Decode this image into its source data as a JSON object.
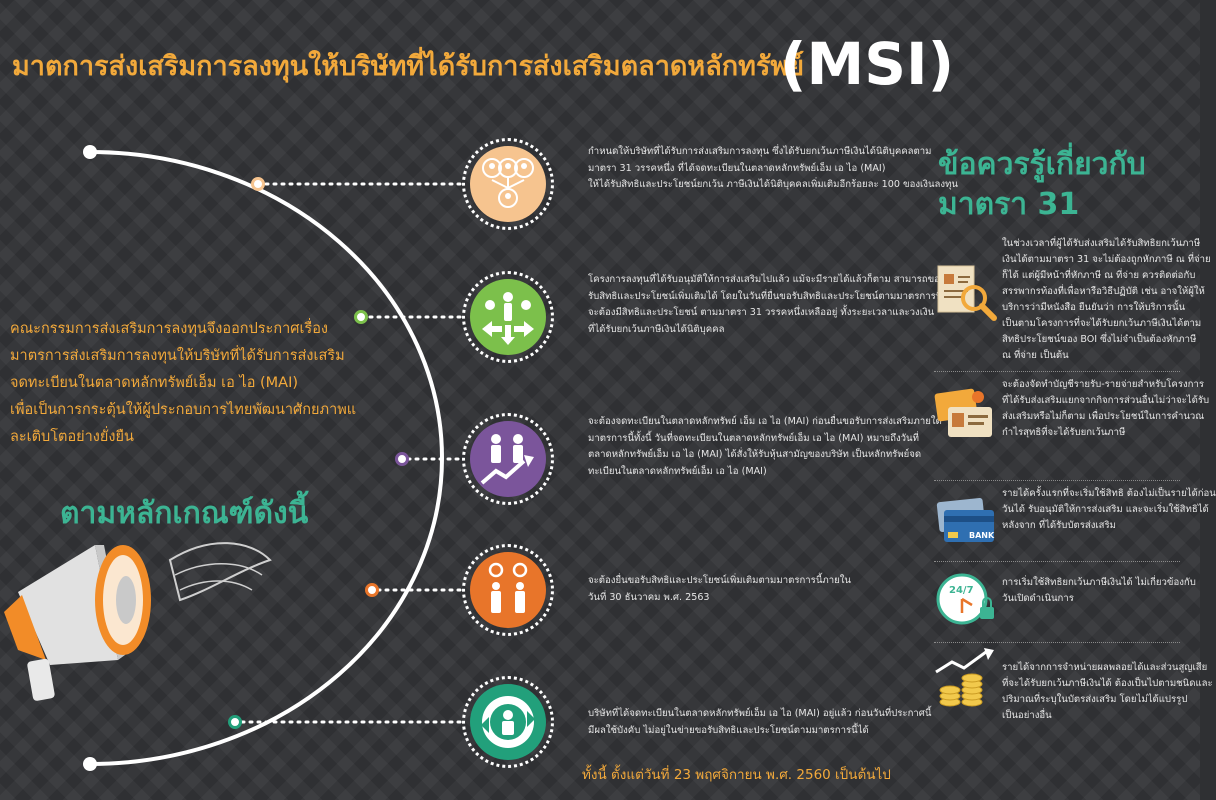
{
  "title": "มาตการส่งเสริมการลงทุนให้บริษัทที่ได้รับการส่งเสริมตลาดหลักทรัพย์",
  "title_abbr": "(MSI)",
  "intro": [
    "คณะกรรมการส่งเสริมการลงทุนจึงออกประกาศเรื่อง",
    "มาตรการส่งเสริมการลงทุนให้บริษัทที่ได้รับการส่งเสริม",
    "จดทะเบียนในตลาดหลักทรัพย์เอ็ม เอ ไอ (MAI)",
    "เพื่อเป็นการกระตุ้นให้ผู้ประกอบการไทยพัฒนาศักยภาพแ",
    "ละเติบโตอย่างยั่งยืน"
  ],
  "criteria_heading": "ตามหลักเกณฑ์ดังนี้",
  "items": [
    {
      "lines": [
        "กำหนดให้บริษัทที่ได้รับการส่งเสริมการลงทุน ซึ่งได้รับยกเว้นภาษีเงินได้นิติบุคคลตาม",
        "มาตรา 31 วรรคหนึ่ง ที่ได้จดทะเบียนในตลาดหลักทรัพย์เอ็ม เอ ไอ (MAI)",
        "ให้ได้รับสิทธิและประโยชน์ยกเว้น ภาษีเงินได้นิติบุคคลเพิ่มเติมอีกร้อยละ 100 ของเงินลงทุน"
      ],
      "color": "#f6c48f"
    },
    {
      "lines": [
        "โครงการลงทุนที่ได้รับอนุมัติให้การส่งเสริมไปแล้ว แม้จะมีรายได้แล้วก็ตาม สามารถขอ",
        "รับสิทธิและประโยชน์เพิ่มเติมได้ โดยในวันที่ยื่นขอรับสิทธิและประโยชน์ตามมาตรการนี้",
        "จะต้องมีสิทธิและประโยชน์ ตามมาตรา 31 วรรคหนึ่งเหลืออยู่ ทั้งระยะเวลาและวงเงิน",
        "ที่ได้รับยกเว้นภาษีเงินได้นิติบุคคล"
      ],
      "color": "#7cc04b"
    },
    {
      "lines": [
        "จะต้องจดทะเบียนในตลาดหลักทรัพย์ เอ็ม เอ ไอ (MAI) ก่อนยื่นขอรับการส่งเสริมภายใต้",
        "มาตรการนี้ทั้งนี้ วันที่จดทะเบียนในตลาดหลักทรัพย์เอ็ม เอ ไอ (MAI) หมายถึงวันที่",
        "ตลาดหลักทรัพย์เอ็ม เอ ไอ (MAI) ได้สั่งให้รับหุ้นสามัญของบริษัท เป็นหลักทรัพย์จด",
        "ทะเบียนในตลาดหลักทรัพย์เอ็ม เอ ไอ (MAI)"
      ],
      "color": "#7b559b"
    },
    {
      "lines": [
        "จะต้องยื่นขอรับสิทธิและประโยชน์เพิ่มเติมตามมาตรการนี้ภายใน",
        "วันที่ 30 ธันวาคม พ.ศ. 2563"
      ],
      "color": "#e8752a"
    },
    {
      "lines": [
        "บริษัทที่ได้จดทะเบียนในตลาดหลักทรัพย์เอ็ม เอ ไอ (MAI) อยู่แล้ว ก่อนวันที่ประกาศนี้",
        "มีผลใช้บังคับ ไม่อยู่ในข่ายขอรับสิทธิและประโยชน์ตามมาตรการนี้ได้"
      ],
      "color": "#22a07b"
    }
  ],
  "footer": "ทั้งนี้ ตั้งแต่วันที่ 23 พฤศจิกายน พ.ศ. 2560 เป็นต้นไป",
  "info_title": [
    "ข้อควรรู้เกี่ยวกับ",
    "มาตรา 31"
  ],
  "info": [
    {
      "lines": [
        "ในช่วงเวลาที่ผู้ได้รับส่งเสริมได้รับสิทธิยกเว้นภาษี",
        "เงินได้ตามมาตรา 31 จะไม่ต้องถูกหักภาษี ณ ที่จ่าย",
        "ก็ได้ แต่ผู้มีหน้าที่หักภาษี ณ ที่จ่าย ควรติดต่อกับ",
        "สรรพากรท้องที่เพื่อหารือวิธีปฏิบัติ เช่น อาจให้ผู้ให้",
        "บริการว่ามีหนังสือ ยืนยันว่า การให้บริการนั้น",
        "เป็นตามโครงการที่จะได้รับยกเว้นภาษีเงินได้ตาม",
        "สิทธิประโยชน์ของ BOI ซึ่งไม่จำเป็นต้องหักภาษี",
        "ณ ที่จ่าย เป็นต้น"
      ]
    },
    {
      "lines": [
        "จะต้องจัดทำบัญชีรายรับ-รายจ่ายสำหรับโครงการ",
        "ที่ได้รับส่งเสริมแยกจากกิจการส่วนอื่นไม่ว่าจะได้รับ",
        "ส่งเสริมหรือไม่ก็ตาม เพื่อประโยชน์ในการคำนวณ",
        "กำไรสุทธิที่จะได้รับยกเว้นภาษี"
      ]
    },
    {
      "lines": [
        "รายได้ครั้งแรกที่จะเริ่มใช้สิทธิ ต้องไม่เป็นรายได้ก่อน",
        "วันได้ รับอนุมัติให้การส่งเสริม และจะเริ่มใช้สิทธิได้",
        "หลังจาก ที่ได้รับบัตรส่งเสริม"
      ],
      "bank_label": "BANK"
    },
    {
      "lines": [
        "การเริ่มใช้สิทธิยกเว้นภาษีเงินได้ ไม่เกี่ยวข้องกับ",
        "วันเปิดดำเนินการ"
      ],
      "clock_label": "24/7"
    },
    {
      "lines": [
        "รายได้จากการจำหน่ายผลพลอยได้และส่วนสูญเสีย",
        "ที่จะได้รับยกเว้นภาษีเงินได้ ต้องเป็นไปตามชนิดและ",
        "ปริมาณที่ระบุในบัตรส่งเสริม โดยไม่ได้แปรรูป",
        "เป็นอย่างอื่น"
      ]
    }
  ],
  "colors": {
    "accent_orange": "#f2a93b",
    "accent_green": "#3cb493",
    "background": "#2f3033"
  }
}
